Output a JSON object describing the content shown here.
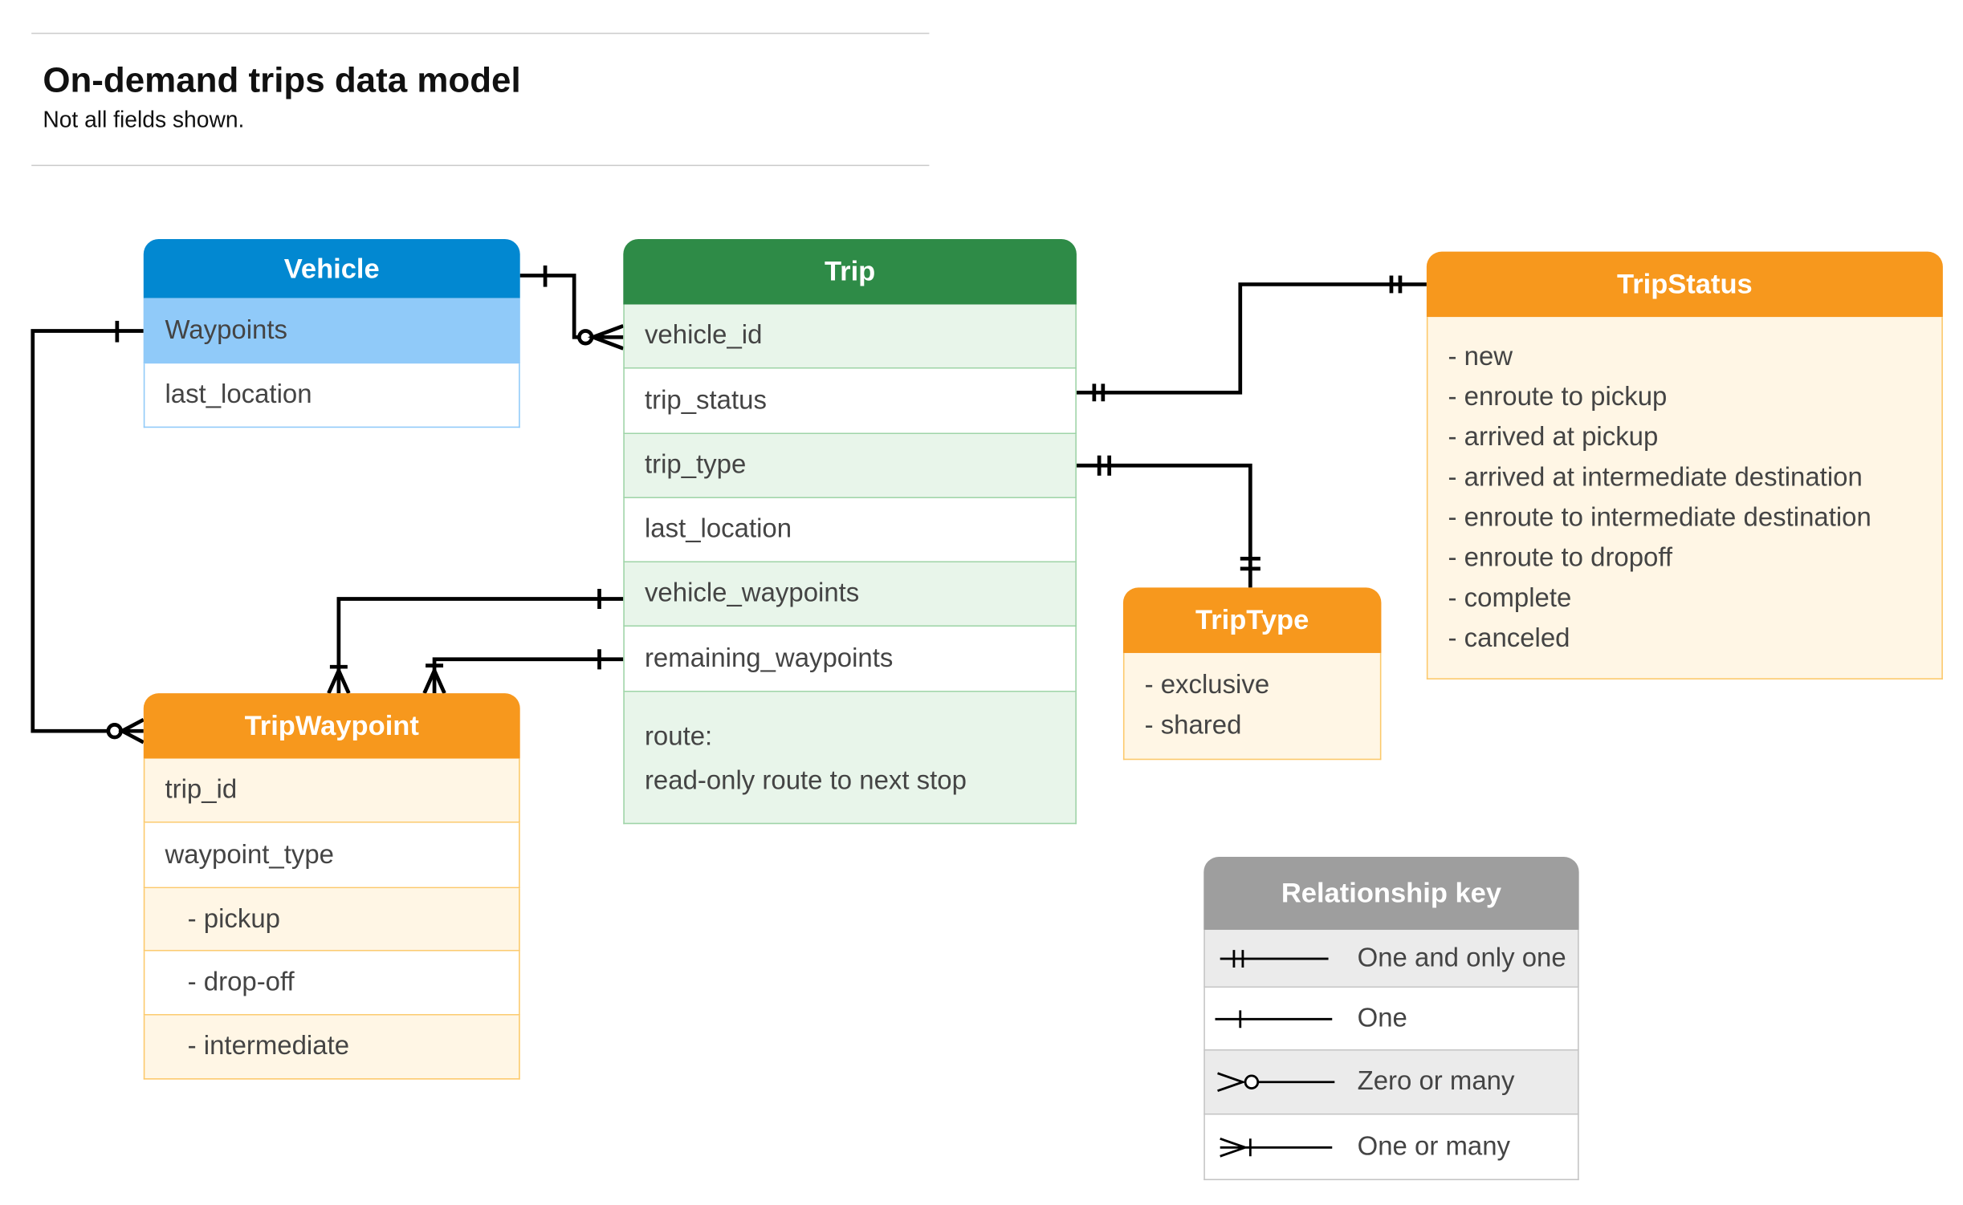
{
  "header": {
    "title": "On-demand trips data model",
    "subtitle": "Not all fields shown."
  },
  "colors": {
    "vehicle": "#0288d1",
    "vehicle_row": "#90caf9",
    "trip": "#2e8b47",
    "trip_row": "#e8f5ea",
    "orange": "#f7981d",
    "cream": "#fff6e5",
    "key": "#9e9e9e"
  },
  "vehicle": {
    "title": "Vehicle",
    "fields": [
      "Waypoints",
      "last_location"
    ]
  },
  "trip": {
    "title": "Trip",
    "fields": [
      "vehicle_id",
      "trip_status",
      "trip_type",
      "last_location",
      "vehicle_waypoints",
      "remaining_waypoints"
    ],
    "route_label": "route:",
    "route_desc": "read-only route to next stop"
  },
  "trip_status": {
    "title": "TripStatus",
    "values": [
      "- new",
      "- enroute to pickup",
      "- arrived at pickup",
      "- arrived at intermediate destination",
      "- enroute to intermediate destination",
      "- enroute to dropoff",
      "- complete",
      "- canceled"
    ]
  },
  "trip_type": {
    "title": "TripType",
    "values": [
      "- exclusive",
      "- shared"
    ]
  },
  "trip_waypoint": {
    "title": "TripWaypoint",
    "fields": [
      "trip_id",
      "waypoint_type",
      "- pickup",
      "- drop-off",
      "- intermediate"
    ]
  },
  "key": {
    "title": "Relationship key",
    "items": [
      {
        "label": "One and only one",
        "icon": "one-and-only-one"
      },
      {
        "label": "One",
        "icon": "one"
      },
      {
        "label": "Zero or many",
        "icon": "zero-or-many"
      },
      {
        "label": "One or many",
        "icon": "one-or-many"
      }
    ]
  }
}
